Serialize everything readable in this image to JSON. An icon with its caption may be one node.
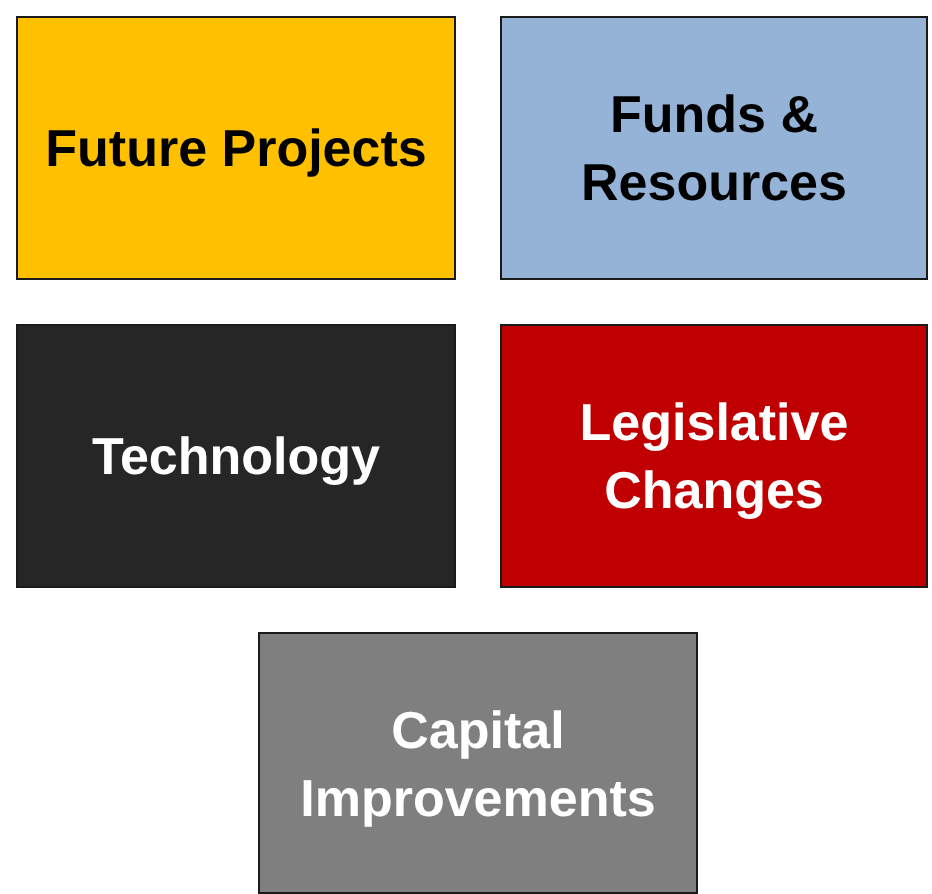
{
  "diagram": {
    "nodes": [
      {
        "text": [
          "Future Projects"
        ]
      },
      {
        "text": [
          "Funds & Resources"
        ]
      },
      {
        "text": [
          "Technology"
        ]
      },
      {
        "text": [
          "Legislative Changes"
        ]
      },
      {
        "text": [
          "Capital Improvements"
        ]
      }
    ]
  }
}
